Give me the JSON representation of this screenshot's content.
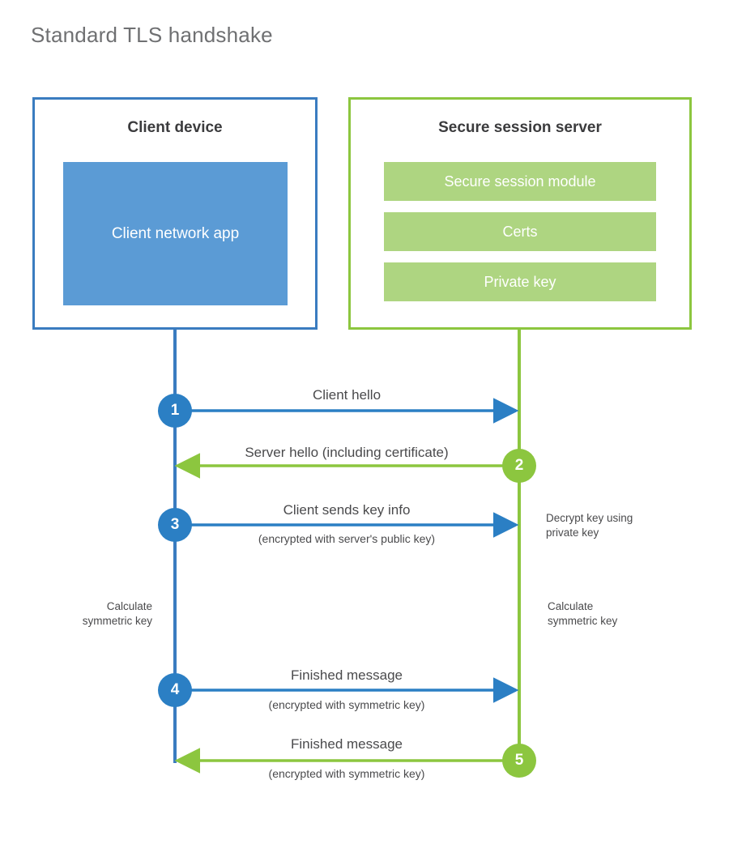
{
  "diagram": {
    "title": "Standard TLS handshake",
    "colors": {
      "client_border": "#3a7cc0",
      "client_fill": "#5b9bd5",
      "server_border": "#8cc63f",
      "server_fill": "#aed581",
      "client_accent": "#2b7fc4",
      "server_accent": "#8cc63f",
      "title_text": "#6f7072",
      "body_text": "#4a4a4c",
      "background": "#ffffff"
    },
    "actors": [
      {
        "id": "client",
        "title": "Client device",
        "components": [
          "Client network app"
        ]
      },
      {
        "id": "server",
        "title": "Secure session server",
        "components": [
          "Secure session module",
          "Certs",
          "Private key"
        ]
      }
    ],
    "steps": [
      {
        "number": "1",
        "origin": "client",
        "direction": "client-to-server",
        "label": "Client hello",
        "sublabel": ""
      },
      {
        "number": "2",
        "origin": "server",
        "direction": "server-to-client",
        "label": "Server hello (including certificate)",
        "sublabel": ""
      },
      {
        "number": "3",
        "origin": "client",
        "direction": "client-to-server",
        "label": "Client sends key info",
        "sublabel": "(encrypted with server's public key)"
      },
      {
        "number": "4",
        "origin": "client",
        "direction": "client-to-server",
        "label": "Finished message",
        "sublabel": "(encrypted with symmetric key)"
      },
      {
        "number": "5",
        "origin": "server",
        "direction": "server-to-client",
        "label": "Finished message",
        "sublabel": "(encrypted with symmetric key)"
      }
    ],
    "notes": [
      {
        "id": "decrypt-key",
        "side": "right",
        "text": "Decrypt key using\nprivate key",
        "line1": "Decrypt key using",
        "line2": "private key"
      },
      {
        "id": "client-calc-key",
        "side": "left",
        "text": "Calculate\nsymmetric key",
        "line1": "Calculate",
        "line2": "symmetric key"
      },
      {
        "id": "server-calc-key",
        "side": "right",
        "text": "Calculate\nsymmetric key",
        "line1": "Calculate",
        "line2": "symmetric key"
      }
    ]
  }
}
